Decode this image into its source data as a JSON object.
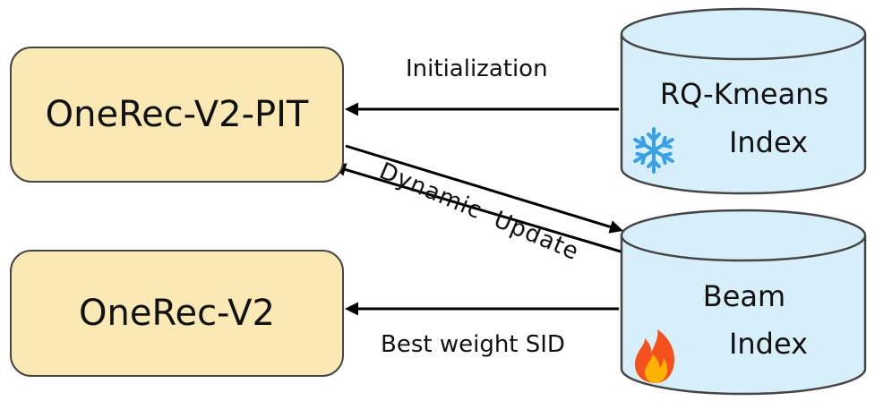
{
  "nodes": {
    "pit_model": "OneRec-V2-PIT",
    "v2_model": "OneRec-V2",
    "rq_index": {
      "line1": "RQ-Kmeans",
      "line2": "Index",
      "icon": "snowflake-icon"
    },
    "beam_index": {
      "line1": "Beam",
      "line2": "Index",
      "icon": "fire-icon"
    }
  },
  "edges": {
    "initialization": "Initialization",
    "dynamic_update": "Dynamic  Update",
    "best_weight_sid": "Best weight SID"
  },
  "colors": {
    "model_fill": "#fbe9b5",
    "index_fill": "#d7effa",
    "stroke": "#454545",
    "arrow": "#000000",
    "snowflake": "#3aa0e6",
    "fire_outer": "#f4511e",
    "fire_inner": "#ffb300"
  }
}
